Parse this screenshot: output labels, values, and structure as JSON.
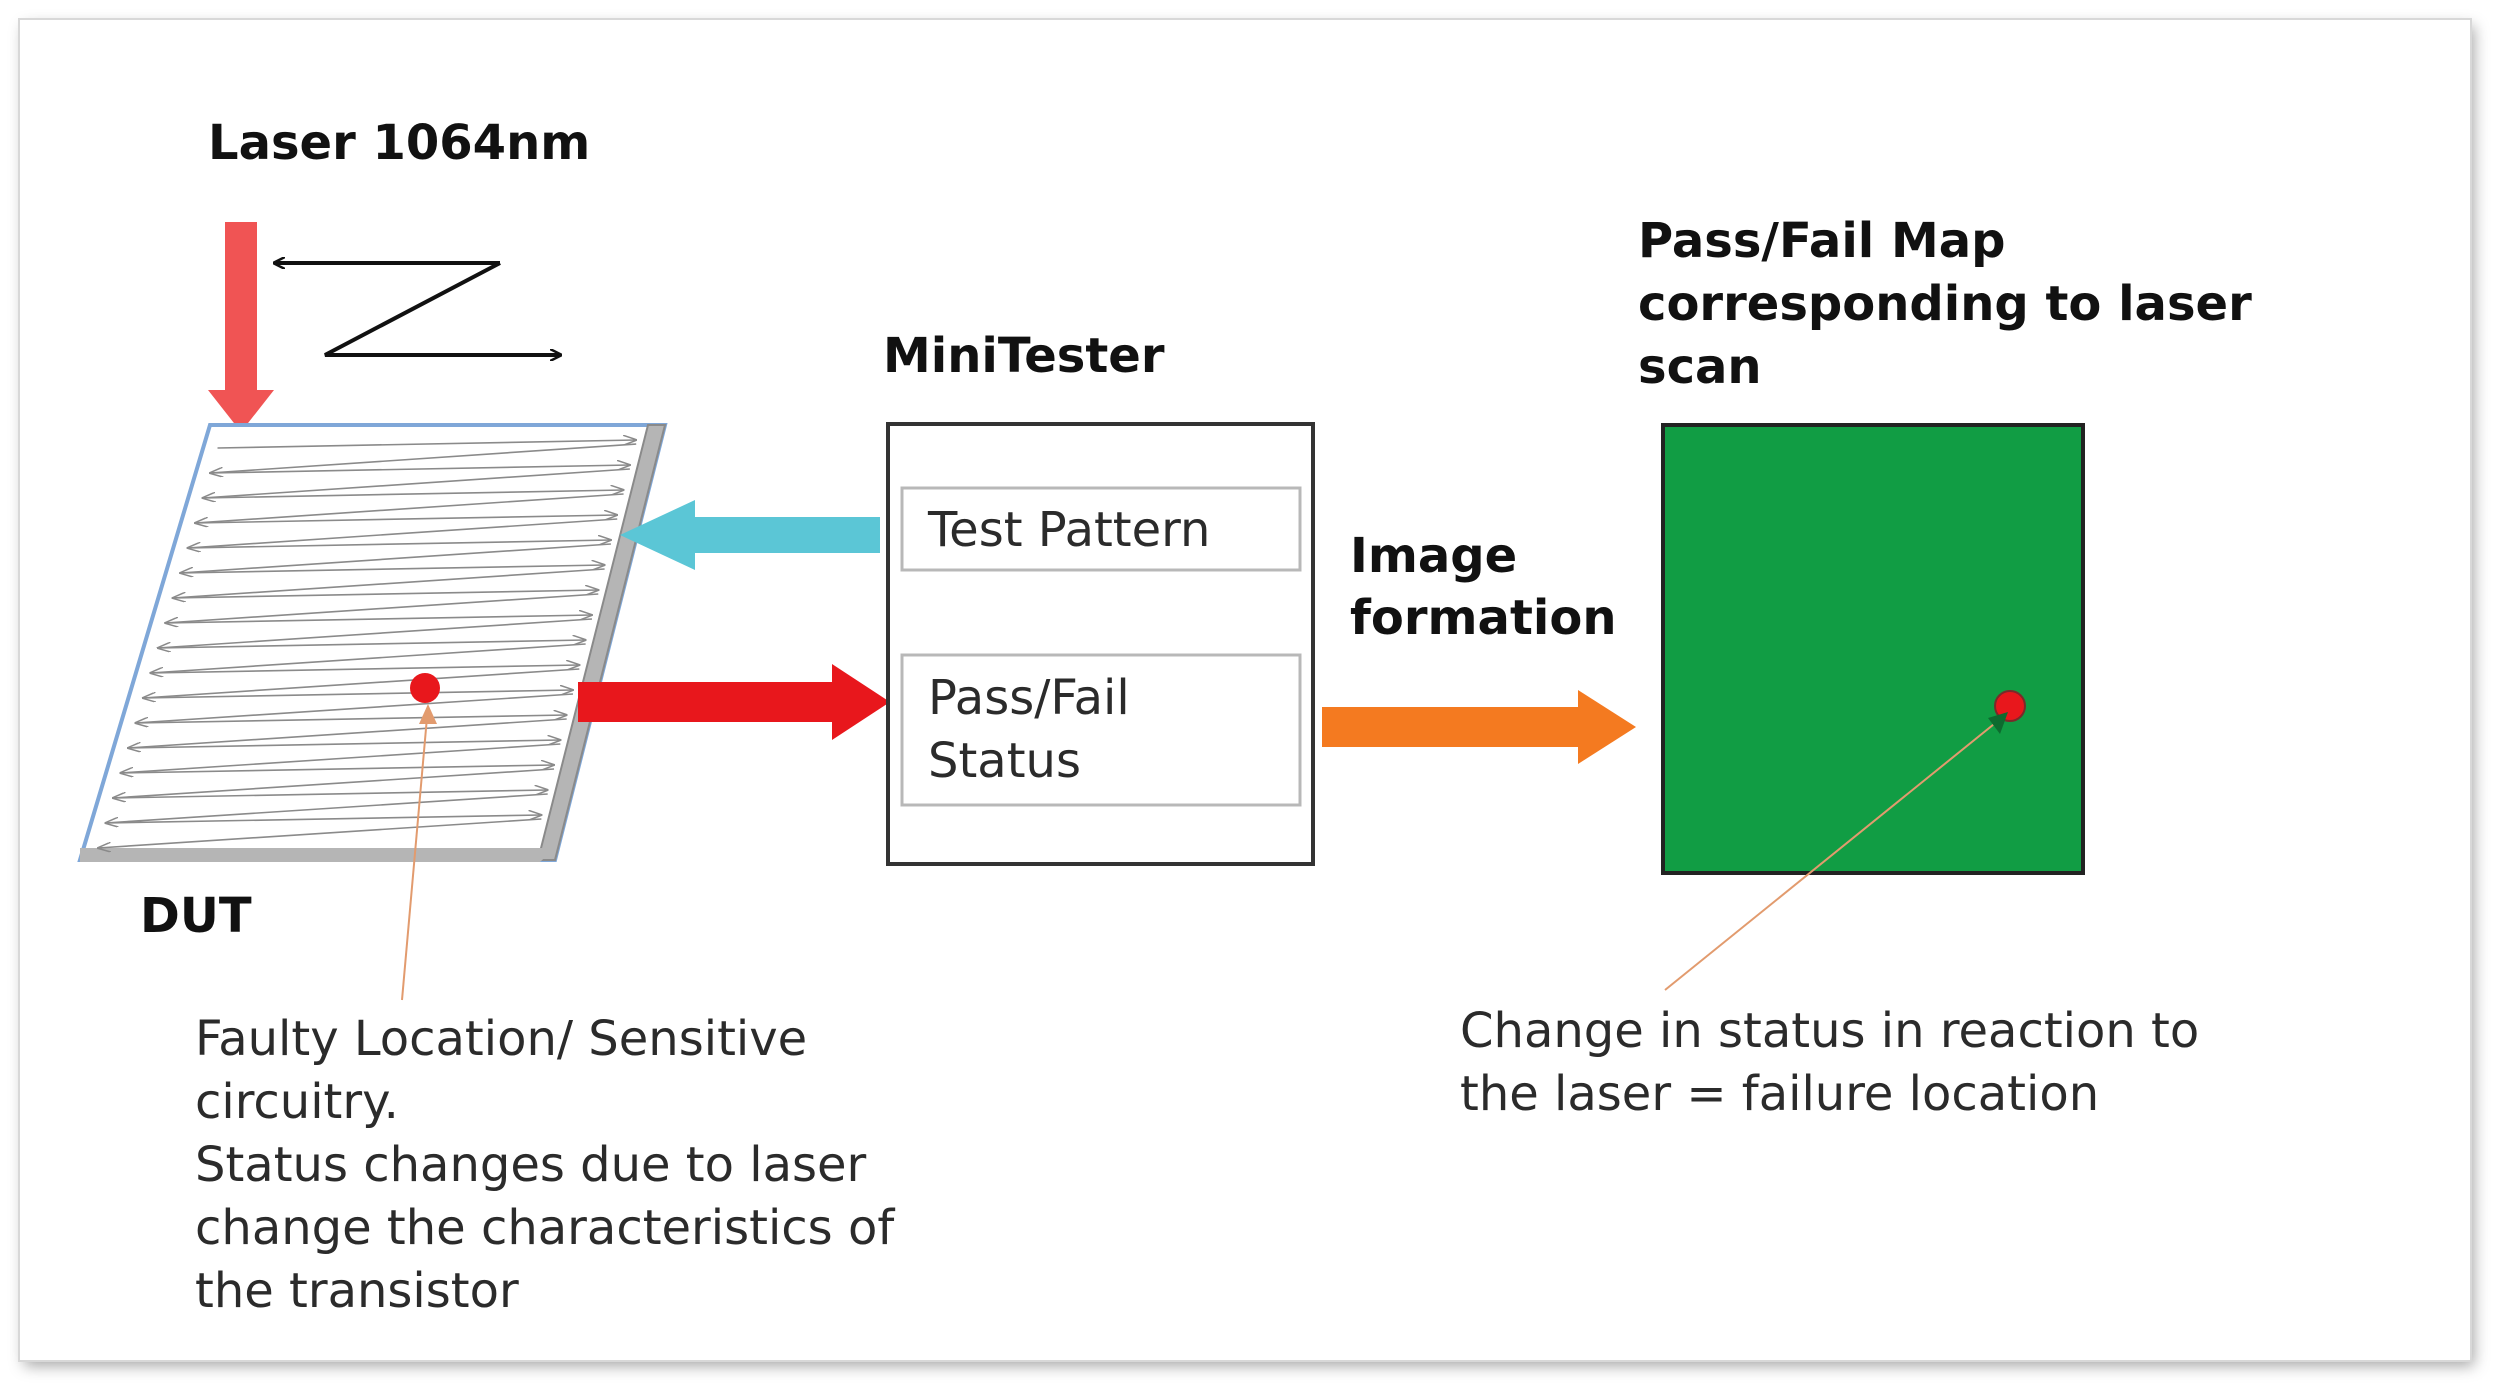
{
  "labels": {
    "laser": "Laser 1064nm",
    "dut": "DUT",
    "minitester": "MiniTester",
    "test_pattern": "Test Pattern",
    "pass_fail_status_line1": "Pass/Fail",
    "pass_fail_status_line2": "Status",
    "image_formation_line1": "Image",
    "image_formation_line2": "formation",
    "map_title_line1": "Pass/Fail Map",
    "map_title_line2": "corresponding to laser",
    "map_title_line3": "scan"
  },
  "notes": {
    "faulty": [
      "Faulty Location/ Sensitive",
      "circuitry.",
      "Status changes due to laser",
      "change the characteristics of",
      "the transistor"
    ],
    "change": [
      "Change in status in reaction to",
      "the laser  = failure location"
    ]
  },
  "colors": {
    "laser_arrow": "#f05454",
    "feed_arrow": "#5bc6d6",
    "status_arrow": "#e8171c",
    "image_arrow": "#f47a20",
    "map_fill": "#119d44",
    "fault_dot": "#e8171c",
    "leader_line": "#e29b6e"
  },
  "icons": {
    "scan_path": "z-scan-arrow-icon",
    "laser": "down-arrow-icon"
  }
}
